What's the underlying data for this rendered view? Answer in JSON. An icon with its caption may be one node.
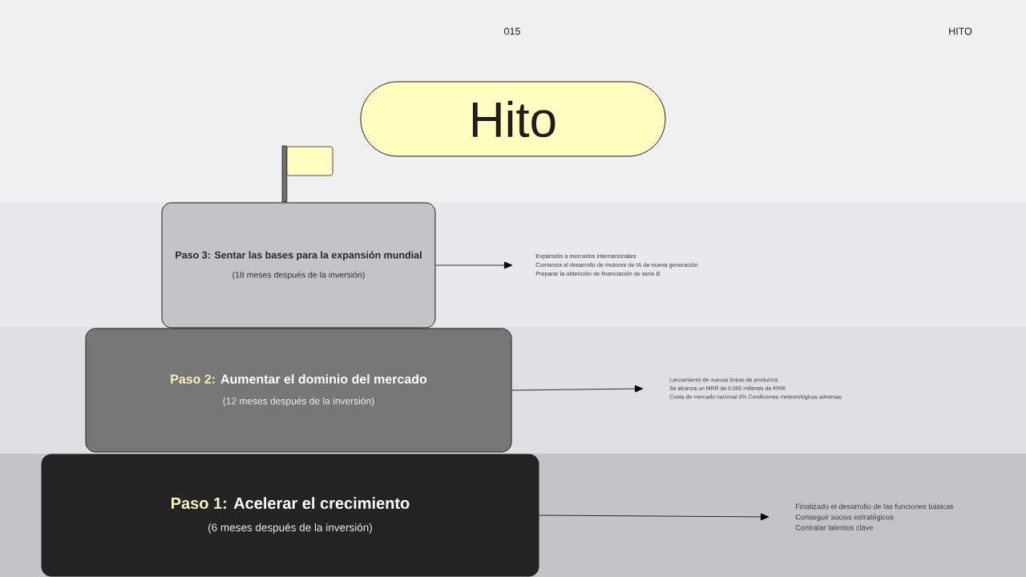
{
  "diagram": {
    "nodes": [
      {
        "text": [
          "Hito"
        ]
      },
      {
        "text": [
          "Paso 3:",
          "Sentar las bases para la expansión mundial",
          "(18 meses después de la inversión)"
        ]
      },
      {
        "text": [
          "Paso 2:",
          "Aumentar el dominio del mercado",
          "(12 meses después de la inversión)"
        ]
      },
      {
        "text": [
          "Paso 1:",
          "Acelerar el crecimiento",
          "(6 meses después de la inversión)"
        ]
      },
      {
        "text": [
          "Expansión a mercados internacionales",
          "Comienza el desarrollo de motores de IA de nueva generación",
          "Preparar la obtención de financiación de serie B"
        ]
      },
      {
        "text": [
          "Lanzamiento de nuevas líneas de productos",
          "Se alcanza un MRR de 0.000 millones de KRW",
          "Cuota de mercado nacional 0% Condiciones meteorológicas adversas"
        ]
      },
      {
        "text": [
          "Finalizado el desarrollo de las funciones básicas",
          "Conseguir socios estratégicos",
          "Contratar talentos clave"
        ]
      }
    ],
    "edges": [
      {
        "from": 1,
        "to": 4,
        "arrow": "to"
      },
      {
        "from": 2,
        "to": 5,
        "arrow": "to"
      },
      {
        "from": 3,
        "to": 6,
        "arrow": "to"
      }
    ],
    "labels": [
      "015",
      "HITO"
    ]
  }
}
